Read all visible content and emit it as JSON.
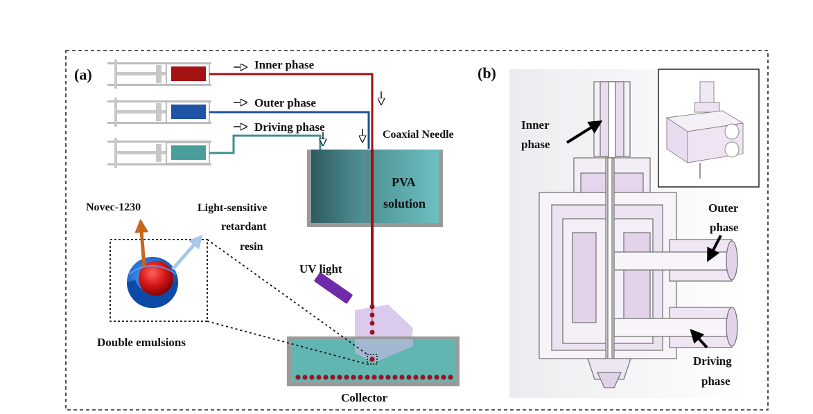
{
  "panel_a": {
    "tag": "(a)",
    "inner_phase": "Inner phase",
    "outer_phase": "Outer phase",
    "driving_phase": "Driving phase",
    "coaxial_needle": "Coaxial Needle",
    "pva_line1": "PVA",
    "pva_line2": "solution",
    "novec": "Novec-1230",
    "resin_line1": "Light-sensitive",
    "resin_line2": "retardant",
    "resin_line3": "resin",
    "uv_light": "UV  light",
    "double_emulsions": "Double emulsions",
    "collector": "Collector"
  },
  "panel_b": {
    "tag": "(b)",
    "inner_line1": "Inner",
    "inner_line2": "phase",
    "outer_line1": "Outer",
    "outer_line2": "phase",
    "driving_line1": "Driving",
    "driving_line2": "phase"
  },
  "colors": {
    "inner": "#9b1111",
    "outer": "#1f4e9a",
    "driving": "#3f8f8f",
    "teal_liquid": "#5fb3b3",
    "uv_violet": "#7a2fb0",
    "novec_arrow": "#c8661e",
    "resin_arrow": "#a9c8e8",
    "cad_pink": "#e9dcee"
  }
}
